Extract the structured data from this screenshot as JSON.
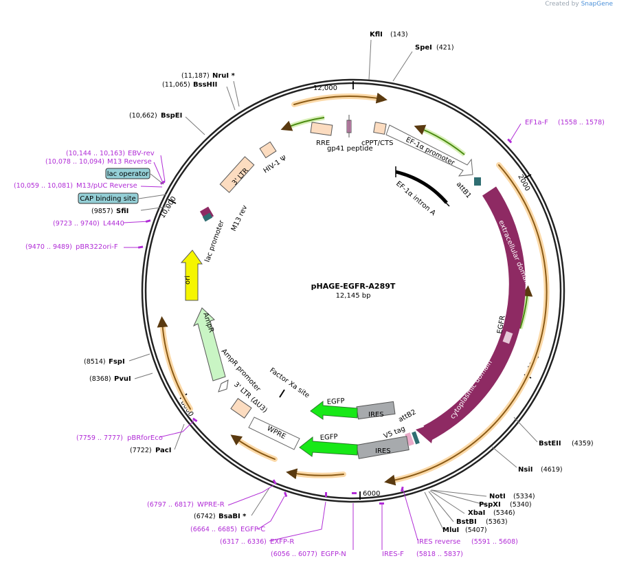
{
  "credit": {
    "prefix": "Created by",
    "brand": "SnapGene"
  },
  "plasmid": {
    "name": "pHAGE-EGFR-A289T",
    "length_label": "12,145 bp"
  },
  "ticks": [
    "2000",
    "4000",
    "6000",
    "8000",
    "10,000",
    "12,000"
  ],
  "enzymes": [
    {
      "name": "KflI",
      "pos": "(143)"
    },
    {
      "name": "SpeI",
      "pos": "(421)"
    },
    {
      "name": "NruI *",
      "pos": "(11,187)"
    },
    {
      "name": "BssHII",
      "pos": "(11,065)"
    },
    {
      "name": "BspEI",
      "pos": "(10,662)"
    },
    {
      "name": "SfiI",
      "pos": "(9857)"
    },
    {
      "name": "FspI",
      "pos": "(8514)"
    },
    {
      "name": "PvuI",
      "pos": "(8368)"
    },
    {
      "name": "PacI",
      "pos": "(7722)"
    },
    {
      "name": "BsaBI *",
      "pos": "(6742)"
    },
    {
      "name": "BstEII",
      "pos": "(4359)"
    },
    {
      "name": "NsiI",
      "pos": "(4619)"
    },
    {
      "name": "NotI",
      "pos": "(5334)"
    },
    {
      "name": "PspXI",
      "pos": "(5340)"
    },
    {
      "name": "XbaI",
      "pos": "(5346)"
    },
    {
      "name": "BstBI",
      "pos": "(5363)"
    },
    {
      "name": "MluI",
      "pos": "(5407)"
    }
  ],
  "primers": [
    {
      "name": "EF1a-F",
      "pos": "(1558 .. 1578)"
    },
    {
      "name": "EBV-rev",
      "pos": "(10,144 .. 10,163)"
    },
    {
      "name": "M13 Reverse",
      "pos": "(10,078 .. 10,094)"
    },
    {
      "name": "M13/pUC Reverse",
      "pos": "(10,059 .. 10,081)"
    },
    {
      "name": "L4440",
      "pos": "(9723 .. 9740)"
    },
    {
      "name": "pBR322ori-F",
      "pos": "(9470 .. 9489)"
    },
    {
      "name": "pBRforEco",
      "pos": "(7759 .. 7777)"
    },
    {
      "name": "WPRE-R",
      "pos": "(6797 .. 6817)"
    },
    {
      "name": "EGFP-C",
      "pos": "(6664 .. 6685)"
    },
    {
      "name": "EXFP-R",
      "pos": "(6317 .. 6336)"
    },
    {
      "name": "EGFP-N",
      "pos": "(6056 .. 6077)"
    },
    {
      "name": "IRES-F",
      "pos": "(5818 .. 5837)"
    },
    {
      "name": "IRES reverse",
      "pos": "(5591 .. 5608)"
    }
  ],
  "features": {
    "ef1a_promoter": "EF-1α promoter",
    "ef1a_intron": "EF-1α intron A",
    "attB1": "attB1",
    "extracellular": "extracellular domain",
    "egfr": "EGFR",
    "cytoplasmic": "cytoplasmic domain",
    "attB2": "attB2",
    "v5tag": "V5 tag",
    "ires": "IRES",
    "egfp": "EGFP",
    "factor_xa": "Factor Xa site",
    "wpre": "WPRE",
    "ltr_du3": "3' LTR (ΔU3)",
    "ampr_promoter": "AmpR promoter",
    "ampr": "AmpR",
    "ori": "ori",
    "lac_promoter": "lac promoter",
    "m13_rev": "M13 rev",
    "ltr3": "3' LTR",
    "hiv_psi": "HIV-1 Ψ",
    "rre": "RRE",
    "gp41": "gp41 peptide",
    "cppt": "cPPT/CTS"
  },
  "boxed": [
    "lac operator",
    "CAP binding site"
  ],
  "colors": {
    "backbone": "#222222",
    "egfr": "#8e2a63",
    "egfp": "#17e817",
    "ires": "#a7aaad",
    "ori": "#f5f500",
    "ampr": "#c9f5c4",
    "ltr": "#fcdcc0",
    "orf": "#f2b45a",
    "green_arrow": "#6bbf1f",
    "primer": "#b02bd6",
    "lacop_box": "#94cfd6"
  }
}
